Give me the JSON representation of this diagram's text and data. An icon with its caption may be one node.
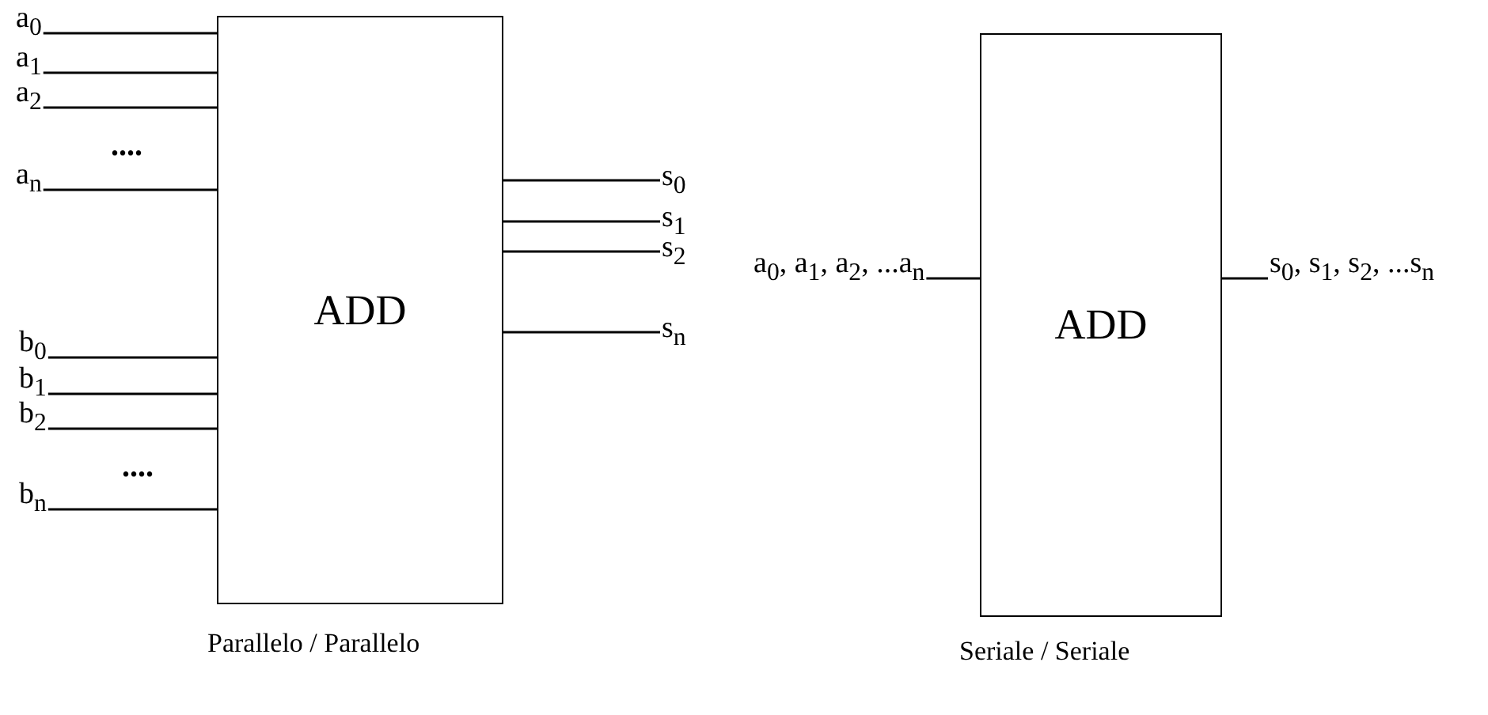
{
  "diagram": {
    "nodes": [
      {
        "text": [
          "ADD"
        ]
      },
      {
        "text": [
          "a$_{0}$"
        ]
      },
      {
        "text": [
          "a$_{1}$"
        ]
      },
      {
        "text": [
          "a$_{2}$"
        ]
      },
      {
        "text": [
          "a$_{n}$"
        ]
      },
      {
        "text": [
          "b$_{0}$"
        ]
      },
      {
        "text": [
          "b$_{1}$"
        ]
      },
      {
        "text": [
          "b$_{2}$"
        ]
      },
      {
        "text": [
          "b$_{n}$"
        ]
      },
      {
        "text": [
          "s$_{0}$"
        ]
      },
      {
        "text": [
          "s$_{1}$"
        ]
      },
      {
        "text": [
          "s$_{2}$"
        ]
      },
      {
        "text": [
          "s$_{n}$"
        ]
      },
      {
        "text": [
          "ADD"
        ]
      },
      {
        "text": [
          "a$_{0}$, a$_{1}$, a$_{2}$, ...a$_{n}$"
        ]
      },
      {
        "text": [
          "s$_{0}$, s$_{1}$, s$_{2}$, ...s$_{n}$"
        ]
      }
    ],
    "edges": [
      {
        "from": 1,
        "to": 0,
        "arrow": "none"
      },
      {
        "from": 2,
        "to": 0,
        "arrow": "none"
      },
      {
        "from": 3,
        "to": 0,
        "arrow": "none"
      },
      {
        "from": 4,
        "to": 0,
        "arrow": "none"
      },
      {
        "from": 5,
        "to": 0,
        "arrow": "none"
      },
      {
        "from": 6,
        "to": 0,
        "arrow": "none"
      },
      {
        "from": 7,
        "to": 0,
        "arrow": "none"
      },
      {
        "from": 8,
        "to": 0,
        "arrow": "none"
      },
      {
        "from": 0,
        "to": 9,
        "arrow": "none"
      },
      {
        "from": 0,
        "to": 10,
        "arrow": "none"
      },
      {
        "from": 0,
        "to": 11,
        "arrow": "none"
      },
      {
        "from": 0,
        "to": 12,
        "arrow": "none"
      },
      {
        "from": 14,
        "to": 13,
        "arrow": "none"
      },
      {
        "from": 13,
        "to": 15,
        "arrow": "none"
      }
    ],
    "labels": [
      "....",
      "....",
      "Parallelo / Parallelo",
      "Seriale / Seriale"
    ]
  }
}
